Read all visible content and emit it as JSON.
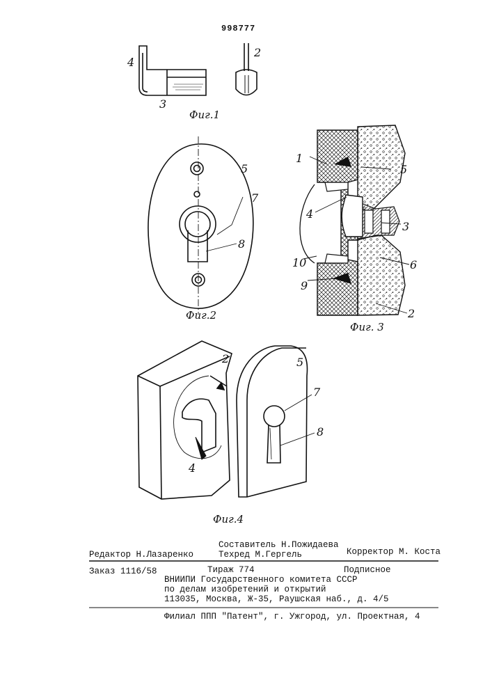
{
  "patent": {
    "number": "998777"
  },
  "figures": {
    "fig1": {
      "caption": "Фиг.1",
      "labels": [
        "4",
        "3",
        "2"
      ]
    },
    "fig2": {
      "caption": "Фиг.2",
      "labels": [
        "5",
        "7",
        "8"
      ]
    },
    "fig3": {
      "caption": "Фиг. 3",
      "labels": [
        "1",
        "5",
        "4",
        "3",
        "10",
        "6",
        "9",
        "2"
      ]
    },
    "fig4": {
      "caption": "Фиг.4",
      "labels": [
        "2",
        "5",
        "7",
        "8",
        "4"
      ]
    }
  },
  "footer": {
    "editor": "Редактор Н.Лазаренко",
    "compiler": "Составитель Н.Пожидаева",
    "techred": "Техред М.Гергель",
    "corrector": "Корректор М. Коста",
    "order": "Заказ 1116/58",
    "circulation": "Тираж 774",
    "subscription": "Подписное",
    "org_line1": "ВНИИПИ Государственного комитета СССР",
    "org_line2": "по делам изобретений и открытий",
    "org_line3": "113035, Москва, Ж-35, Раушская наб., д. 4/5",
    "branch": "Филиал ППП \"Патент\", г. Ужгород, ул. Проектная, 4"
  }
}
